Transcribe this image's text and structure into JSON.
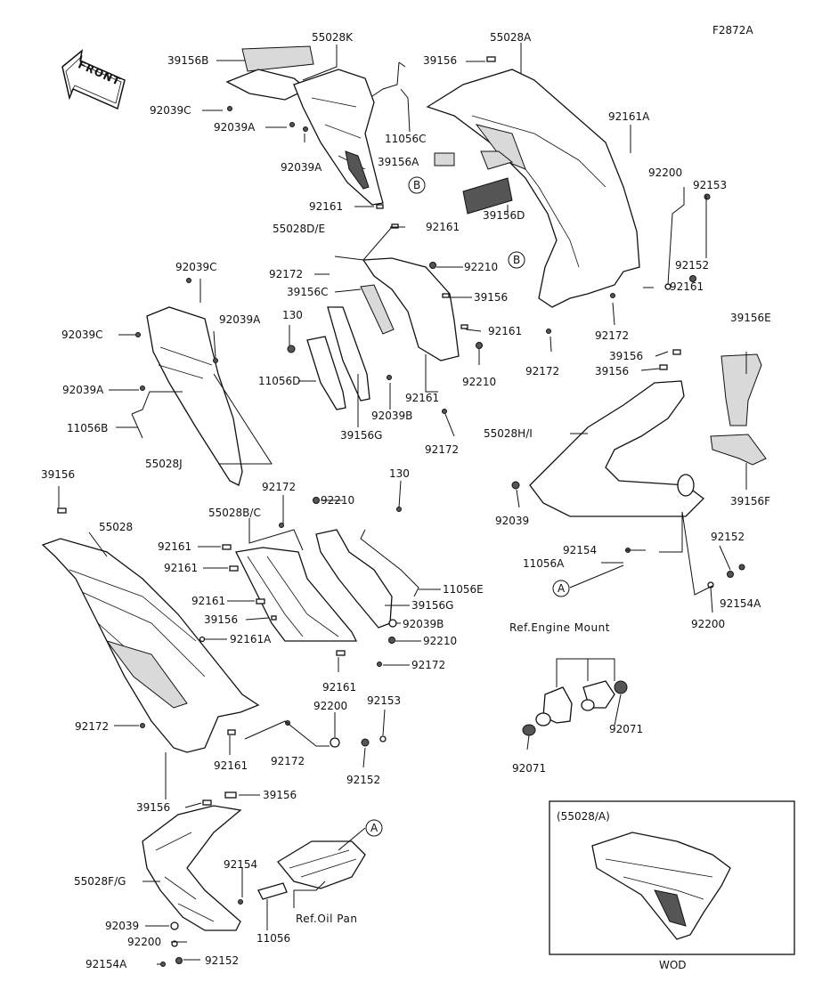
{
  "figure_code": "F2872A",
  "front_arrow": "FRONT",
  "inset": {
    "title": "(55028/A)",
    "caption": "WOD"
  },
  "callouts": {
    "A": "A",
    "B": "B"
  },
  "labels": {
    "l39156B": "39156B",
    "l55028K": "55028K",
    "l92039C_top": "92039C",
    "l92039A_1": "92039A",
    "l92039A_2": "92039A",
    "l11056C": "11056C",
    "l39156_top": "39156",
    "l55028A": "55028A",
    "l92161A_top": "92161A",
    "l39156A": "39156A",
    "l92200_r": "92200",
    "l92153_r": "92153",
    "l92152_r": "92152",
    "l39156D": "39156D",
    "l92161_r": "92161",
    "l92161_m1": "92161",
    "l92161_m2": "92161",
    "l55028DE": "55028D/E",
    "l92172_m1": "92172",
    "l92210_m1": "92210",
    "l39156C": "39156C",
    "l39156_m": "39156",
    "l92039C_l": "92039C",
    "l92039C_l2": "92039C",
    "l92039A_l": "92039A",
    "l92039A_l2": "92039A",
    "l130_m": "130",
    "l92161_m3": "92161",
    "l92172_m2": "92172",
    "l92172_r": "92172",
    "l11056D": "11056D",
    "l92210_m2": "92210",
    "l92039B_m": "92039B",
    "l92161_m4": "92161",
    "l39156G_m": "39156G",
    "l92172_m3": "92172",
    "l11056B": "11056B",
    "l55028J": "55028J",
    "l39156E": "39156E",
    "l39156_r1": "39156",
    "l39156_r2": "39156",
    "l55028HI": "55028H/I",
    "l39156F": "39156F",
    "l92039_r": "92039",
    "l39156_l": "39156",
    "l92172_b1": "92172",
    "l92210_b1": "92210",
    "l130_b": "130",
    "l55028BC": "55028B/C",
    "l55028": "55028",
    "l92161_b1": "92161",
    "l92161_b2": "92161",
    "l92161_b3": "92161",
    "l39156_b1": "39156",
    "l92161A_b": "92161A",
    "l11056E": "11056E",
    "l39156G_b": "39156G",
    "l92039B_b": "92039B",
    "l92210_b2": "92210",
    "l92172_b2": "92172",
    "l92161_b4": "92161",
    "l92154_r": "92154",
    "l11056A": "11056A",
    "l92152_r2": "92152",
    "l92154A_r": "92154A",
    "l92200_r2": "92200",
    "l92200_b": "92200",
    "l92153_b": "92153",
    "l92152_b": "92152",
    "l92172_b3": "92172",
    "l92161_b5": "92161",
    "l92172_b4": "92172",
    "l39156_b2": "39156",
    "l39156_b3": "39156",
    "refEngine": "Ref.Engine Mount",
    "l92071_1": "92071",
    "l92071_2": "92071",
    "l55028FG": "55028F/G",
    "l92154_b": "92154",
    "refOil": "Ref.Oil Pan",
    "l92039_b": "92039",
    "l11056": "11056",
    "l92200_b2": "92200",
    "l92154A_b": "92154A",
    "l92152_b2": "92152"
  }
}
